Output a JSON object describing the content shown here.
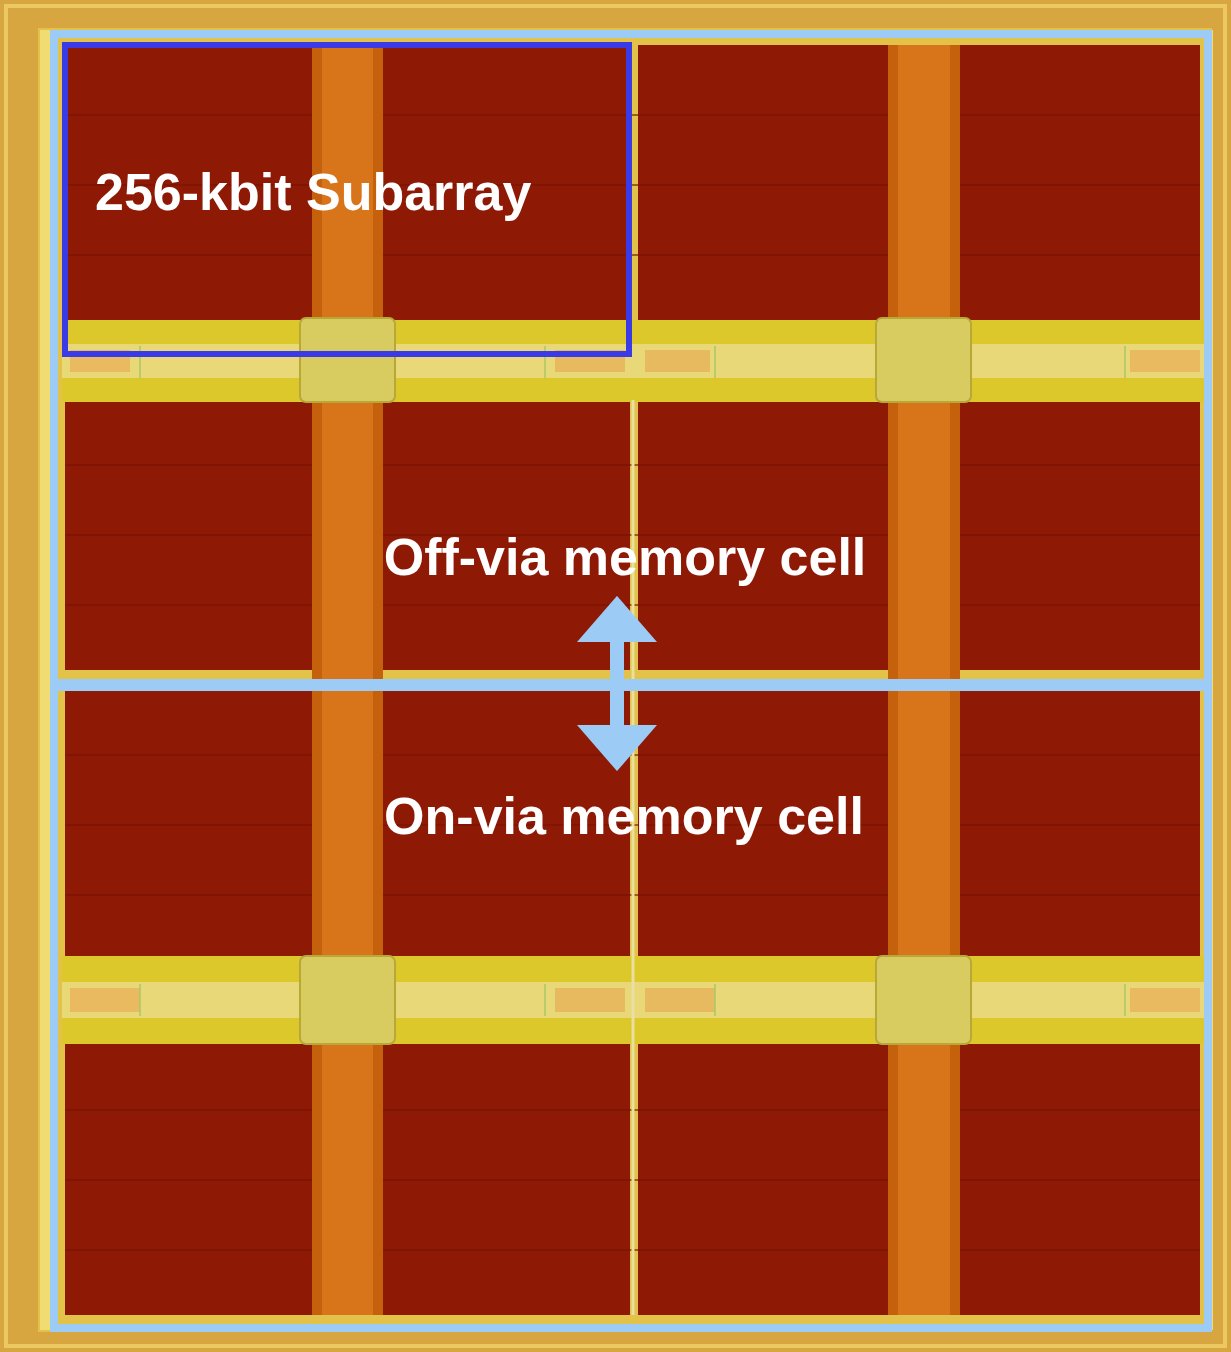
{
  "diagram": {
    "nodes": [
      {
        "text": [
          "Off-via memory cell"
        ]
      },
      {
        "text": [
          "256-kbit Subarray"
        ],
        "in": 0
      },
      {
        "text": [
          "On-via memory cell"
        ]
      }
    ],
    "edges": [
      {
        "from": 0,
        "to": 2,
        "arrow": "both"
      }
    ]
  }
}
